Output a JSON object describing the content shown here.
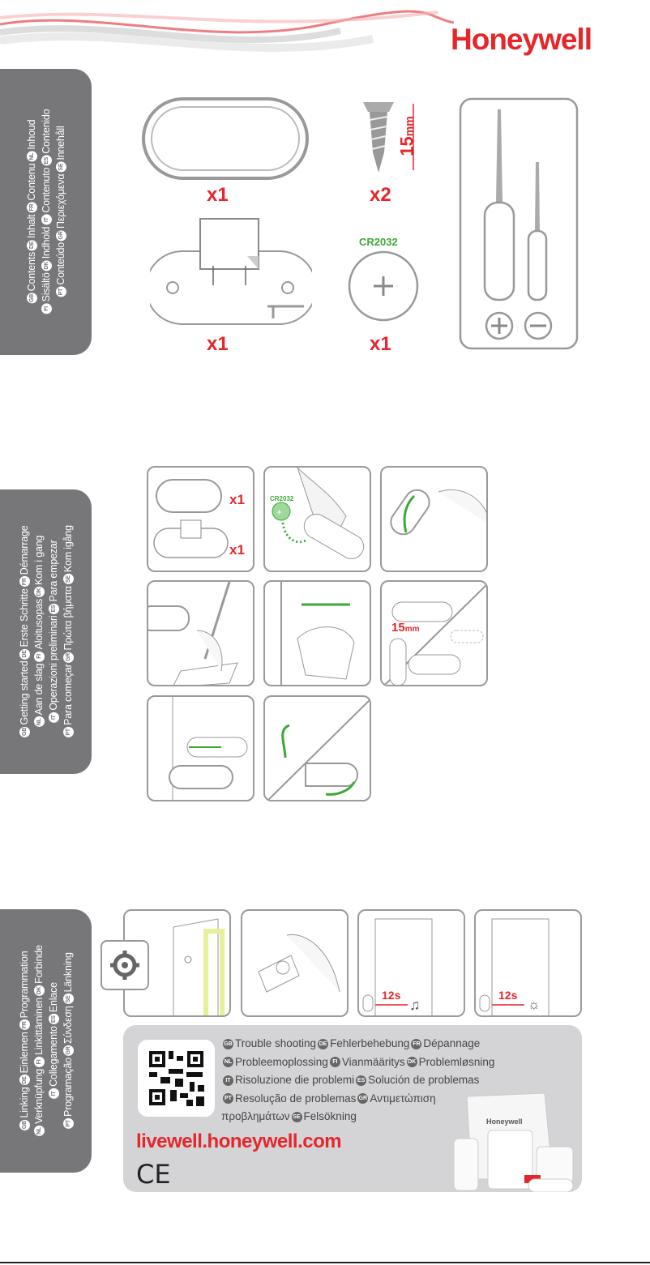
{
  "brand": {
    "logo": "Honeywell",
    "color": "#e5262b"
  },
  "sections": {
    "contents": {
      "heading_lines": [
        [
          "GB",
          "Contents",
          "DE",
          "Inhalt",
          "FR",
          "Contenu",
          "NL",
          "Inhoud"
        ],
        [
          "FI",
          "Sisältö",
          "DK",
          "Indhold",
          "IT",
          "Contenuto",
          "ES",
          "Contenido"
        ],
        [
          "PT",
          "Conteúdo",
          "GR",
          "Περιεχόμενα",
          "SE",
          "Innehåll"
        ]
      ],
      "items": [
        {
          "name": "cover",
          "qty": "x1"
        },
        {
          "name": "screw",
          "qty": "x2",
          "size": "15",
          "unit": "mm"
        },
        {
          "name": "base-plate",
          "qty": "x1"
        },
        {
          "name": "battery",
          "qty": "x1",
          "label": "CR2032"
        }
      ],
      "tools": [
        "plus-screwdriver-icon",
        "minus-screwdriver-icon"
      ]
    },
    "getting_started": {
      "heading_lines": [
        [
          "GB",
          "Getting started",
          "DE",
          "Erste Schritte",
          "FR",
          "Démarrage"
        ],
        [
          "NL",
          "Aan de slag",
          "FI",
          "Aloitusopas",
          "DK",
          "Kom i gang"
        ],
        [
          "IT",
          "Operazioni preliminari",
          "ES",
          "Para empezar"
        ],
        [
          "PT",
          "Para começar",
          "GR",
          "Πρώτα βήματα",
          "SE",
          "Kom igång"
        ]
      ],
      "step1_qty": [
        "x1",
        "x1"
      ],
      "step2_battery": "CR2032",
      "step6_size": "15",
      "step6_unit": "mm",
      "accent": "#3aaa35"
    },
    "linking": {
      "heading_lines": [
        [
          "GB",
          "Linking",
          "DE",
          "Einlernen",
          "FR",
          "Programmation"
        ],
        [
          "NL",
          "Verknüpfung",
          "FI",
          "Linkittäminen",
          "DK",
          "Forbinde"
        ],
        [
          "IT",
          "Collegamento",
          "ES",
          "Enlace"
        ],
        [
          "PT",
          "Programação",
          "GR",
          "Σύνδεση",
          "SE",
          "Länkning"
        ]
      ],
      "step3_time": "12s",
      "step4_time": "12s"
    },
    "troubleshooting": {
      "lines": [
        [
          "GB",
          "Trouble shooting",
          "DE",
          "Fehlerbehebung",
          "FR",
          "Dépannage"
        ],
        [
          "NL",
          "Probleemoplossing",
          "FI",
          "Vianmääritys",
          "DK",
          "Problemløsning"
        ],
        [
          "IT",
          "Risoluzione die problemi",
          "ES",
          "Solución de problemas"
        ],
        [
          "PT",
          "Resolução de problemas",
          "GR",
          "Αντιμετώπιση"
        ],
        [
          "",
          "προβλημάτων",
          "SE",
          "Felsökning"
        ]
      ],
      "url": "livewell.honeywell.com",
      "mark": "CE",
      "product_logo": "Honeywell"
    }
  }
}
